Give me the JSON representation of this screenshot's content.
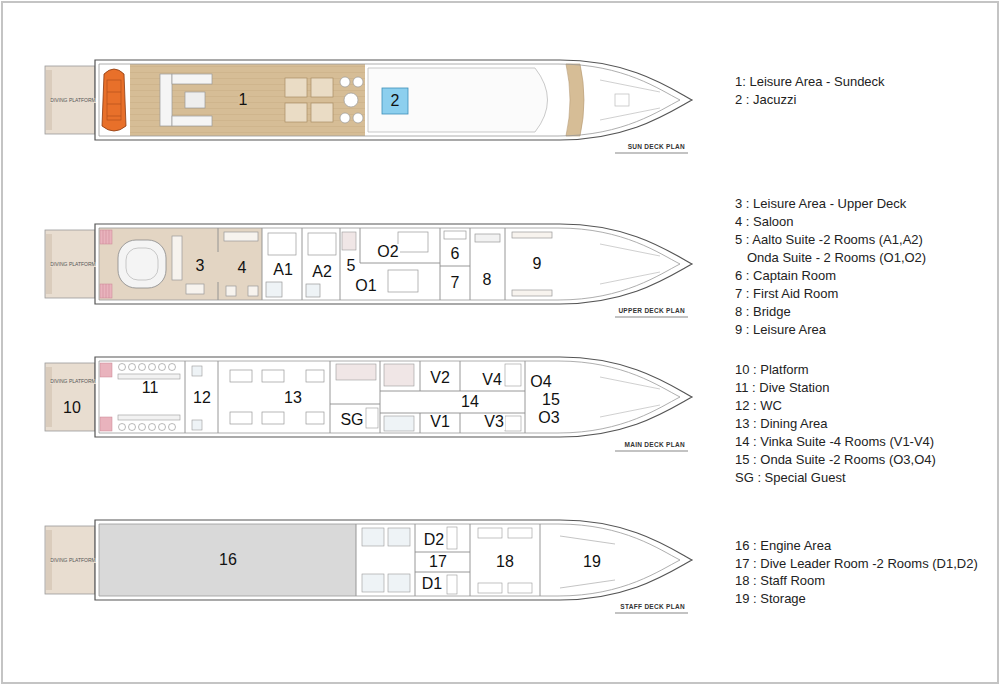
{
  "diagram": {
    "labels": [
      "DIVING PLATFORM",
      "1",
      "2",
      "SUN DECK PLAN",
      "1: Leisure Area - Sundeck",
      "2 : Jacuzzi",
      "DIVING PLATFORM",
      "3",
      "4",
      "A1",
      "A2",
      "5",
      "O2",
      "O1",
      "6",
      "7",
      "8",
      "9",
      "UPPER DECK PLAN",
      "3 : Leisure Area - Upper Deck",
      "4 : Saloon",
      "5 : Aalto Suite -2 Rooms (A1,A2)",
      "Onda Suite - 2 Rooms (O1,O2)",
      "6 : Captain Room",
      "7 : First Aid Room",
      "8 : Bridge",
      "9 : Leisure Area",
      "DIVING PLATFORM",
      "10",
      "11",
      "12",
      "13",
      "SG",
      "V2",
      "V4",
      "14",
      "V1",
      "V3",
      "O4",
      "15",
      "O3",
      "MAIN DECK PLAN",
      "10 : Platform",
      "11 : Dive Station",
      "12 : WC",
      "13 : Dining Area",
      "14 : Vinka Suite -4 Rooms (V1-V4)",
      "15 : Onda Suite -2 Rooms (O3,O4)",
      "SG : Special Guest",
      "DIVING PLATFORM",
      "16",
      "D2",
      "17",
      "D1",
      "18",
      "19",
      "STAFF DECK PLAN",
      "16 : Engine Area",
      "17 : Dive Leader Room -2 Rooms (D1,D2)",
      "18 : Staff Room",
      "19 : Storage"
    ]
  }
}
